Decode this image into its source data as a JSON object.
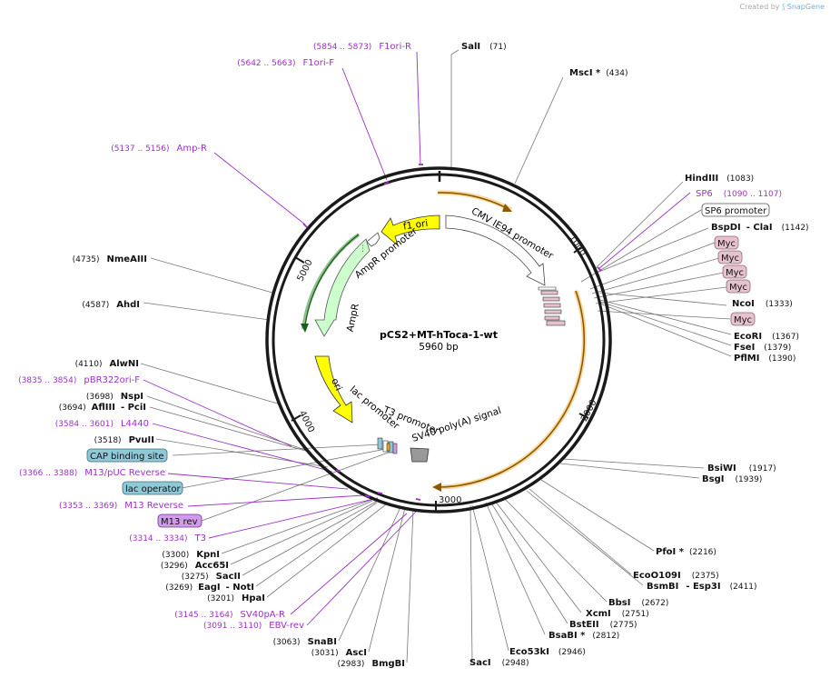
{
  "watermark": {
    "prefix": "Created by",
    "brand": "SnapGene"
  },
  "plasmid": {
    "name": "pCS2+MT-hToca-1-wt",
    "size": "5960 bp",
    "length": 5960
  },
  "ticks": [
    "1000",
    "2000",
    "3000",
    "4000",
    "5000"
  ],
  "colors": {
    "backbone": "#1a1a1a",
    "primer": "#9b30c8",
    "yellow": "#ffff00",
    "green_fill": "#ccffcc",
    "green_edge": "#2e8b2e",
    "orange": "#f5a623",
    "myc_fill": "#e6c2cf",
    "cap_fill": "#8fc9d8",
    "m13_fill": "#d09be8"
  },
  "features": [
    {
      "label": "f1 ori"
    },
    {
      "label": "CMV IE94 promoter"
    },
    {
      "label": "AmpR promoter"
    },
    {
      "label": "AmpR"
    },
    {
      "label": "ori"
    },
    {
      "label": "lac promoter"
    },
    {
      "label": "T3 promoter"
    },
    {
      "label": "SV40 poly(A) signal"
    }
  ],
  "enzymes_right": [
    {
      "name": "SalI",
      "pos": "(71)"
    },
    {
      "name": "MscI *",
      "pos": "(434)"
    },
    {
      "name": "HindIII",
      "pos": "(1083)"
    },
    {
      "name": "BspDI",
      "extra": "- ClaI",
      "pos": "(1142)"
    },
    {
      "name": "NcoI",
      "pos": "(1333)"
    },
    {
      "name": "EcoRI",
      "pos": "(1367)"
    },
    {
      "name": "FseI",
      "pos": "(1379)"
    },
    {
      "name": "PflMI",
      "pos": "(1390)"
    },
    {
      "name": "BsiWI",
      "pos": "(1917)"
    },
    {
      "name": "BsgI",
      "pos": "(1939)"
    },
    {
      "name": "PfoI *",
      "pos": "(2216)"
    },
    {
      "name": "EcoO109I",
      "pos": "(2375)"
    },
    {
      "name": "BsmBI",
      "extra": "- Esp3I",
      "pos": "(2411)"
    },
    {
      "name": "BbsI",
      "pos": "(2672)"
    },
    {
      "name": "XcmI",
      "pos": "(2751)"
    },
    {
      "name": "BstEII",
      "pos": "(2775)"
    },
    {
      "name": "BsaBI *",
      "pos": "(2812)"
    },
    {
      "name": "Eco53kI",
      "pos": "(2946)"
    },
    {
      "name": "SacI",
      "pos": "(2948)"
    }
  ],
  "enzymes_left": [
    {
      "name": "NmeAIII",
      "pos": "(4735)"
    },
    {
      "name": "AhdI",
      "pos": "(4587)"
    },
    {
      "name": "AlwNI",
      "pos": "(4110)"
    },
    {
      "name": "NspI",
      "pos": "(3698)"
    },
    {
      "name": "AflIII",
      "extra": "- PciI",
      "pos": "(3694)"
    },
    {
      "name": "PvuII",
      "pos": "(3518)"
    },
    {
      "name": "KpnI",
      "pos": "(3300)"
    },
    {
      "name": "Acc65I",
      "pos": "(3296)"
    },
    {
      "name": "SacII",
      "pos": "(3275)"
    },
    {
      "name": "EagI",
      "extra": "- NotI",
      "pos": "(3269)"
    },
    {
      "name": "HpaI",
      "pos": "(3201)"
    },
    {
      "name": "SnaBI",
      "pos": "(3063)"
    },
    {
      "name": "AscI",
      "pos": "(3031)"
    },
    {
      "name": "BmgBI",
      "pos": "(2983)"
    }
  ],
  "primers": [
    {
      "name": "F1ori-R",
      "range": "(5854 .. 5873)"
    },
    {
      "name": "F1ori-F",
      "range": "(5642 .. 5663)"
    },
    {
      "name": "Amp-R",
      "range": "(5137 .. 5156)"
    },
    {
      "name": "SP6",
      "range": "(1090 .. 1107)"
    },
    {
      "name": "pBR322ori-F",
      "range": "(3835 .. 3854)"
    },
    {
      "name": "L4440",
      "range": "(3584 .. 3601)"
    },
    {
      "name": "M13/pUC Reverse",
      "range": "(3366 .. 3388)"
    },
    {
      "name": "M13 Reverse",
      "range": "(3353 .. 3369)"
    },
    {
      "name": "T3",
      "range": "(3314 .. 3334)"
    },
    {
      "name": "SV40pA-R",
      "range": "(3145 .. 3164)"
    },
    {
      "name": "EBV-rev",
      "range": "(3091 .. 3110)"
    }
  ],
  "boxed_features": {
    "sp6_promoter": "SP6 promoter",
    "myc": [
      "Myc",
      "Myc",
      "Myc",
      "Myc",
      "Myc"
    ],
    "cap": "CAP binding site",
    "lac_operator": "lac operator",
    "m13_rev": "M13 rev"
  }
}
